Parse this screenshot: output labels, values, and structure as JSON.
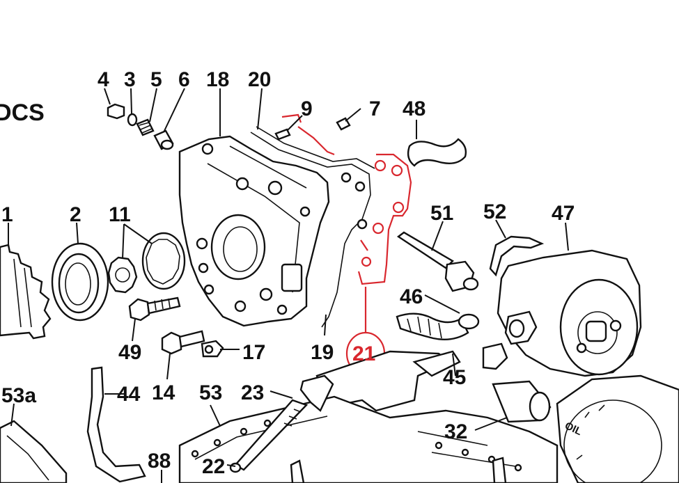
{
  "header_fragment": "DCS",
  "callouts": {
    "c4": "4",
    "c3": "3",
    "c5": "5",
    "c6": "6",
    "c18": "18",
    "c20": "20",
    "c9": "9",
    "c7": "7",
    "c48": "48",
    "c1": "1",
    "c2": "2",
    "c11": "11",
    "c51": "51",
    "c52": "52",
    "c47": "47",
    "c46": "46",
    "c49": "49",
    "c14": "14",
    "c17": "17",
    "c19": "19",
    "c21": "21",
    "c45": "45",
    "c53a": "53a",
    "c44": "44",
    "c53": "53",
    "c23": "23",
    "c32": "32",
    "c88": "88",
    "c22": "22"
  },
  "filter_text": "OIL",
  "highlighted_callout": "21",
  "colors": {
    "line": "#111111",
    "highlight": "#d9272e",
    "background": "#ffffff"
  }
}
